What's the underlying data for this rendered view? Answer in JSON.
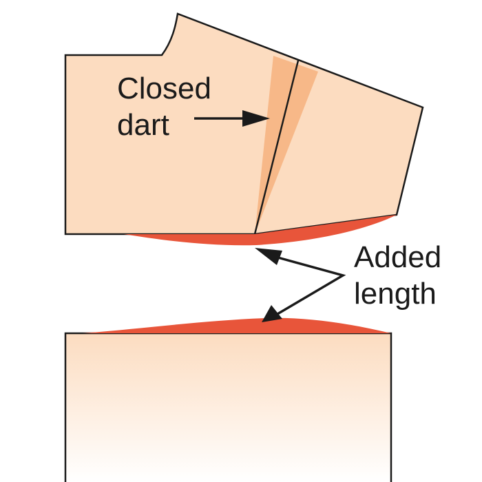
{
  "labels": {
    "closed_dart_line1": "Closed",
    "closed_dart_line2": "dart",
    "added_length_line1": "Added",
    "added_length_line2": "length"
  },
  "colors": {
    "pattern_fill": "#fcdcc0",
    "dart_shading": "#f6b27e",
    "added_length": "#e8553a",
    "outline": "#1a1a1a",
    "background": "#ffffff"
  }
}
